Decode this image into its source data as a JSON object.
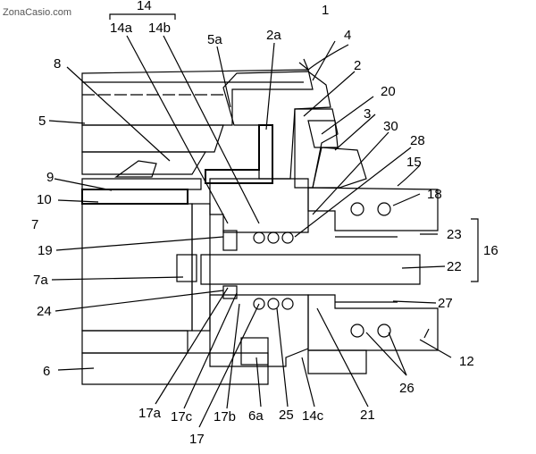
{
  "watermark": "ZonaCasio.com",
  "labels": {
    "l14": "14",
    "l14a": "14a",
    "l14b": "14b",
    "l5a": "5a",
    "l2a": "2a",
    "l1": "1",
    "l4": "4",
    "l2": "2",
    "l8": "8",
    "l5": "5",
    "l20": "20",
    "l3": "3",
    "l30": "30",
    "l28": "28",
    "l15": "15",
    "l9": "9",
    "l10": "10",
    "l18": "18",
    "l7": "7",
    "l23": "23",
    "l16": "16",
    "l19": "19",
    "l22": "22",
    "l7a": "7a",
    "l27": "27",
    "l24": "24",
    "l12": "12",
    "l6": "6",
    "l26": "26",
    "l17a": "17a",
    "l17c": "17c",
    "l17b": "17b",
    "l6a": "6a",
    "l25": "25",
    "l14c": "14c",
    "l21": "21",
    "l17": "17"
  }
}
